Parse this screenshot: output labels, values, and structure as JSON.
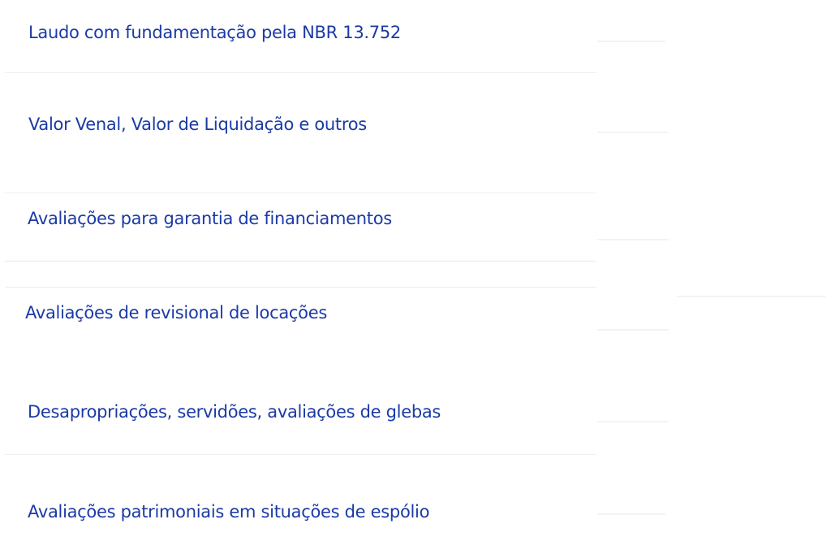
{
  "items": [
    {
      "label": "Laudo com fundamentação pela NBR 13.752"
    },
    {
      "label": "Valor Venal, Valor de Liquidação e outros"
    },
    {
      "label": "Avaliações para garantia de financiamentos"
    },
    {
      "label": "Avaliações de revisional de locações"
    },
    {
      "label": "Desapropriações, servidões, avaliações de glebas"
    },
    {
      "label": "Avaliações patrimoniais em situações de espólio"
    }
  ],
  "colors": {
    "text": "#1b3aa6",
    "separator": "#f0f0f0"
  }
}
